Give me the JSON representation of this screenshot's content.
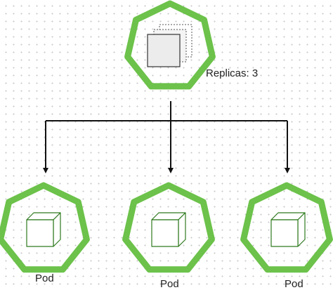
{
  "colors": {
    "node_fill": "#6cc24a",
    "node_stroke": "#4e9a2f",
    "icon_stroke": "#2f7a1f",
    "icon_fill": "#ffffff",
    "arrow": "#111111",
    "stack_fill": "#ececec"
  },
  "deployment": {
    "icon": "replicaset-icon",
    "replicas_label": "Replicas: 3"
  },
  "pods": [
    {
      "label": "Pod",
      "icon": "pod-cube-icon"
    },
    {
      "label": "Pod",
      "icon": "pod-cube-icon"
    },
    {
      "label": "Pod",
      "icon": "pod-cube-icon"
    }
  ]
}
